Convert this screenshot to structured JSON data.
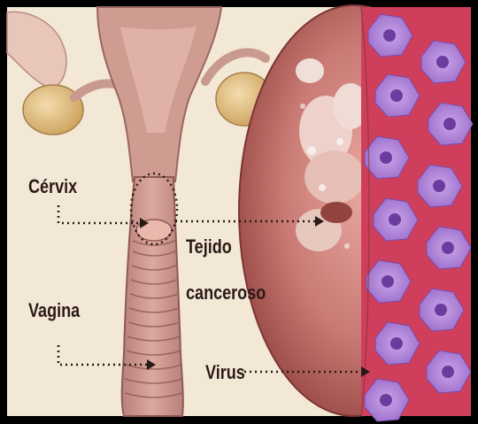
{
  "labels": {
    "cervix": "Cérvix",
    "vagina": "Vagina",
    "tissue_line1": "Tejido",
    "tissue_line2": "canceroso",
    "virus": "Virus"
  },
  "colors": {
    "background": "#f3e8d6",
    "uterus": "#cf9c92",
    "uterus_dark": "#a56d66",
    "ovary": "#e4c58f",
    "tissue": "#c97a74",
    "tissue_dark": "#8f3f3c",
    "virus_bg": "#cf3f5c",
    "virus_cell": "#a77ad4",
    "virus_core": "#6c3b9e",
    "frame": "#000000"
  }
}
